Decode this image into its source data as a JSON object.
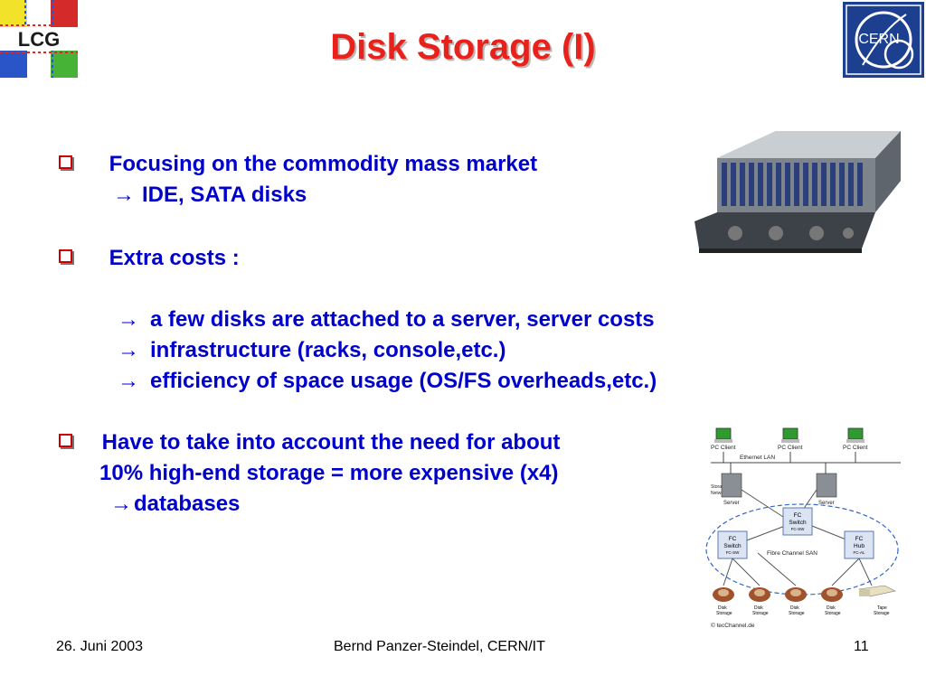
{
  "slide": {
    "title": "Disk Storage (I)",
    "logo_left_text": "LCG",
    "logo_right_text": "CERN",
    "bullets": [
      {
        "text": "Focusing on the commodity mass market",
        "sub": [
          "IDE, SATA disks"
        ]
      },
      {
        "text": "Extra costs :",
        "sub": [
          "a few disks are attached to a server,  server costs",
          "infrastructure (racks, console,etc.)",
          "efficiency of space usage (OS/FS overheads,etc.)"
        ]
      },
      {
        "text": "Have to take into account the need for about",
        "cont": "10% high-end storage = more expensive (x4)",
        "sub": [
          "databases"
        ]
      }
    ],
    "arrow_glyph": "→",
    "footer": {
      "date": "26. Juni 2003",
      "author": "Bernd Panzer-Steindel, CERN/IT",
      "page": "11"
    }
  },
  "diagram": {
    "clients": [
      "PC Client",
      "PC Client",
      "PC Client"
    ],
    "lan": "Ethernet LAN",
    "san_label_1": "Storage Area",
    "san_label_2": "Network",
    "servers": [
      "Server",
      "Server"
    ],
    "fc_switch_top": {
      "l1": "FC",
      "l2": "Switch",
      "l3": "FC-SW"
    },
    "fc_switch_left": {
      "l1": "FC",
      "l2": "Switch",
      "l3": "FC-SW"
    },
    "fc_hub": {
      "l1": "FC",
      "l2": "Hub",
      "l3": "FC-AL"
    },
    "san_name": "Fibre Channel SAN",
    "disks": [
      "Disk Storage",
      "Disk Storage",
      "Disk Storage",
      "Disk Storage"
    ],
    "disk_l1": "Disk",
    "disk_l2": "Storage",
    "tape_l1": "Tape",
    "tape_l2": "Storage",
    "copyright": "© tecChannel.de"
  }
}
